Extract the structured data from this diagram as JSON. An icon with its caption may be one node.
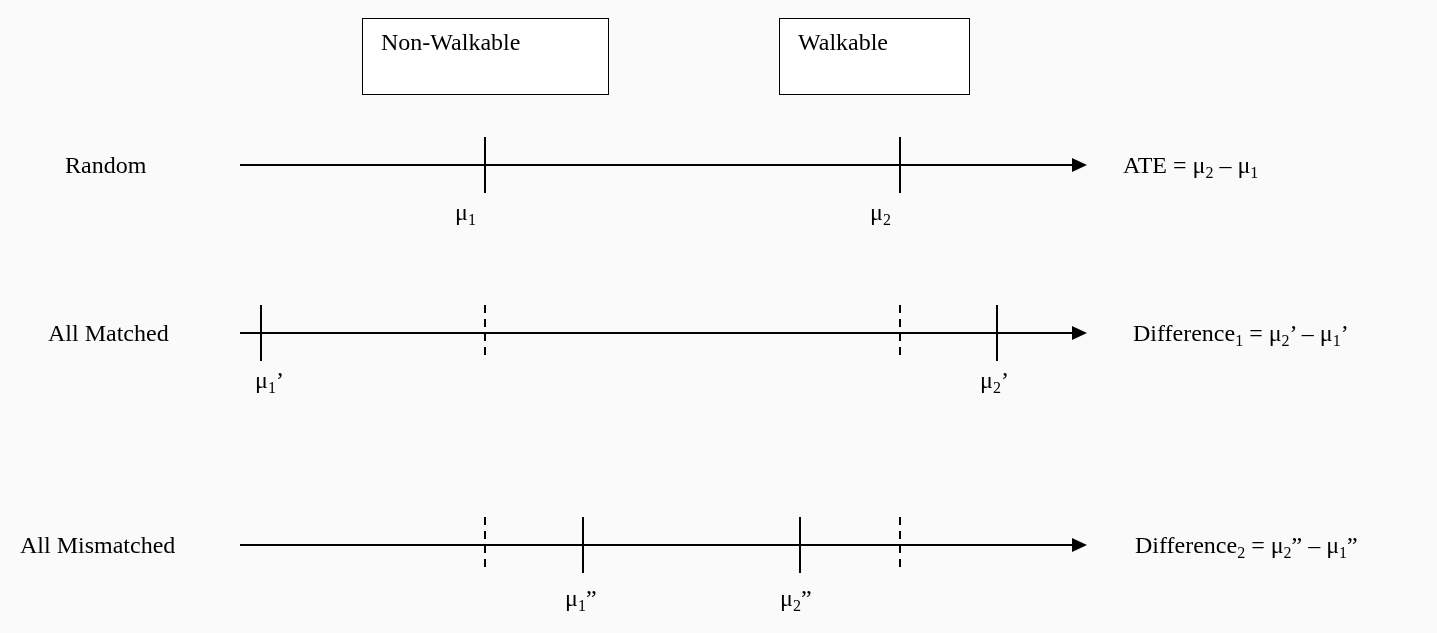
{
  "diagram": {
    "nodes": [
      {
        "text": [
          "Non-Walkable"
        ]
      },
      {
        "text": [
          "Walkable"
        ]
      }
    ],
    "labels": [
      "Random",
      "ATE = μ$_{2}$ – μ$_{1}$",
      "μ$_{1}$",
      "μ$_{2}$",
      "All Matched",
      "Difference$_{1}$ = μ$_{2}$’ – μ$_{1}$’",
      "μ$_{1}$’",
      "μ$_{2}$’",
      "All Mismatched",
      "Difference$_{2}$ = μ$_{2}$” – μ$_{1}$”",
      "μ$_{1}$”",
      "μ$_{2}$”"
    ]
  }
}
